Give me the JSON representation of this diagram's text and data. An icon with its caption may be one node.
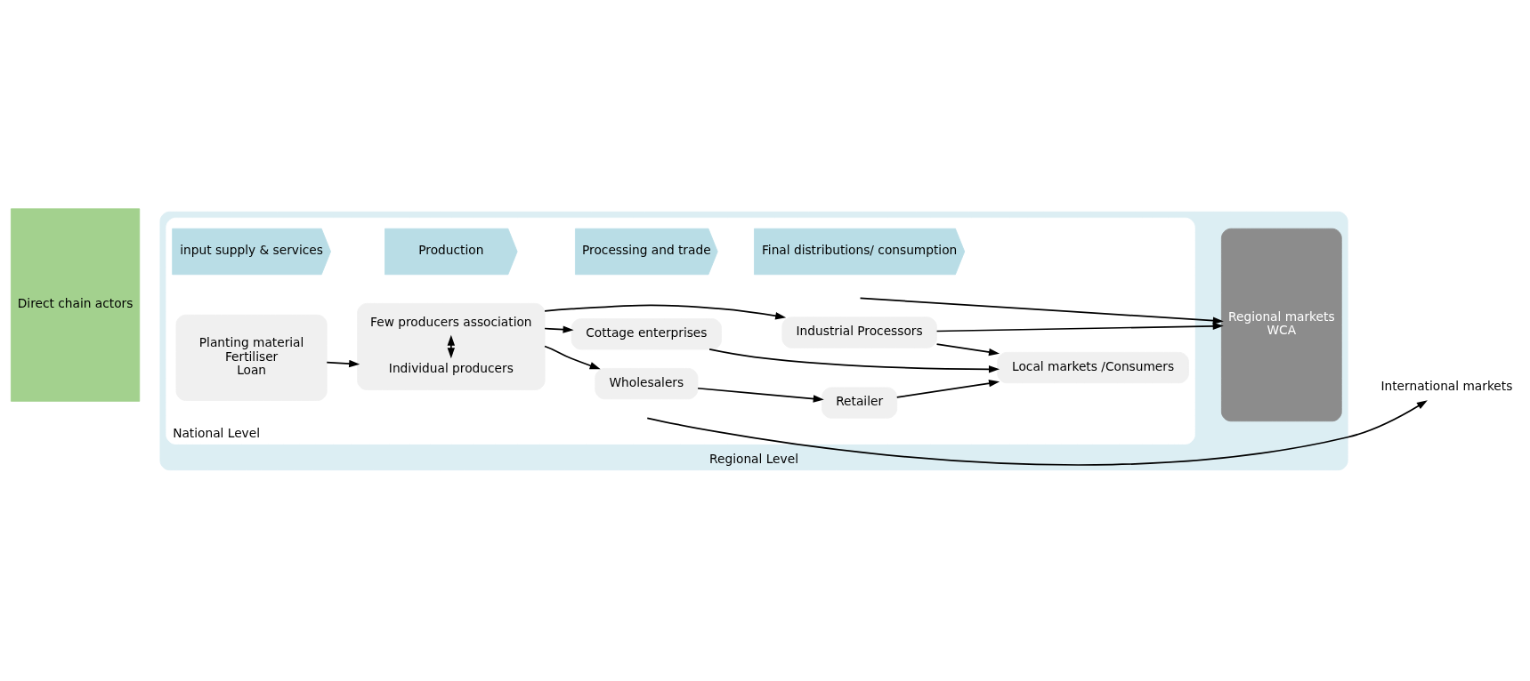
{
  "diagram": {
    "nodes": [
      {
        "text": [
          "Regional Level"
        ]
      },
      {
        "text": [
          "National Level"
        ],
        "in": 0
      },
      {
        "text": [
          "Direct chain actors"
        ]
      },
      {
        "text": [
          "input supply & services"
        ],
        "in": 1
      },
      {
        "text": [
          "Production"
        ],
        "in": 1
      },
      {
        "text": [
          "Processing and trade"
        ],
        "in": 1
      },
      {
        "text": [
          "Final distributions/ consumption"
        ],
        "in": 1
      },
      {
        "text": [
          "Planting material",
          "Fertiliser",
          "Loan"
        ],
        "in": 1
      },
      {
        "text": [],
        "shape": "box",
        "in": 1
      },
      {
        "text": [
          "Individual producers"
        ],
        "in": 8
      },
      {
        "text": [
          "Few producers association"
        ],
        "in": 8
      },
      {
        "text": [
          "Industrial Processors"
        ],
        "in": 1
      },
      {
        "text": [
          "Cottage enterprises"
        ],
        "in": 1
      },
      {
        "text": [
          "Wholesalers"
        ],
        "in": 1
      },
      {
        "text": [
          "Local markets /Consumers"
        ],
        "in": 1
      },
      {
        "text": [
          "Retailer"
        ],
        "in": 1
      },
      {
        "text": [
          "Regional markets",
          "WCA"
        ],
        "in": 0
      },
      {
        "text": [
          "International markets"
        ]
      }
    ],
    "edges": [
      {
        "from": 9,
        "to": 10,
        "arrow": "both"
      },
      {
        "from": 7,
        "to": 8,
        "arrow": "to"
      },
      {
        "from": 8,
        "to": 11,
        "arrow": "to"
      },
      {
        "from": 8,
        "to": 12,
        "arrow": "to"
      },
      {
        "from": 8,
        "to": 13,
        "arrow": "to"
      },
      {
        "from": 11,
        "to": 16,
        "arrow": "to"
      },
      {
        "from": 11,
        "to": 14,
        "arrow": "to"
      },
      {
        "from": 12,
        "to": 14,
        "arrow": "to"
      },
      {
        "from": 13,
        "to": 15,
        "arrow": "to"
      },
      {
        "from": 15,
        "to": 14,
        "arrow": "to"
      },
      {
        "from": null,
        "to": 17,
        "arrow": "to"
      },
      {
        "from": null,
        "to": 16,
        "arrow": "to"
      }
    ]
  }
}
